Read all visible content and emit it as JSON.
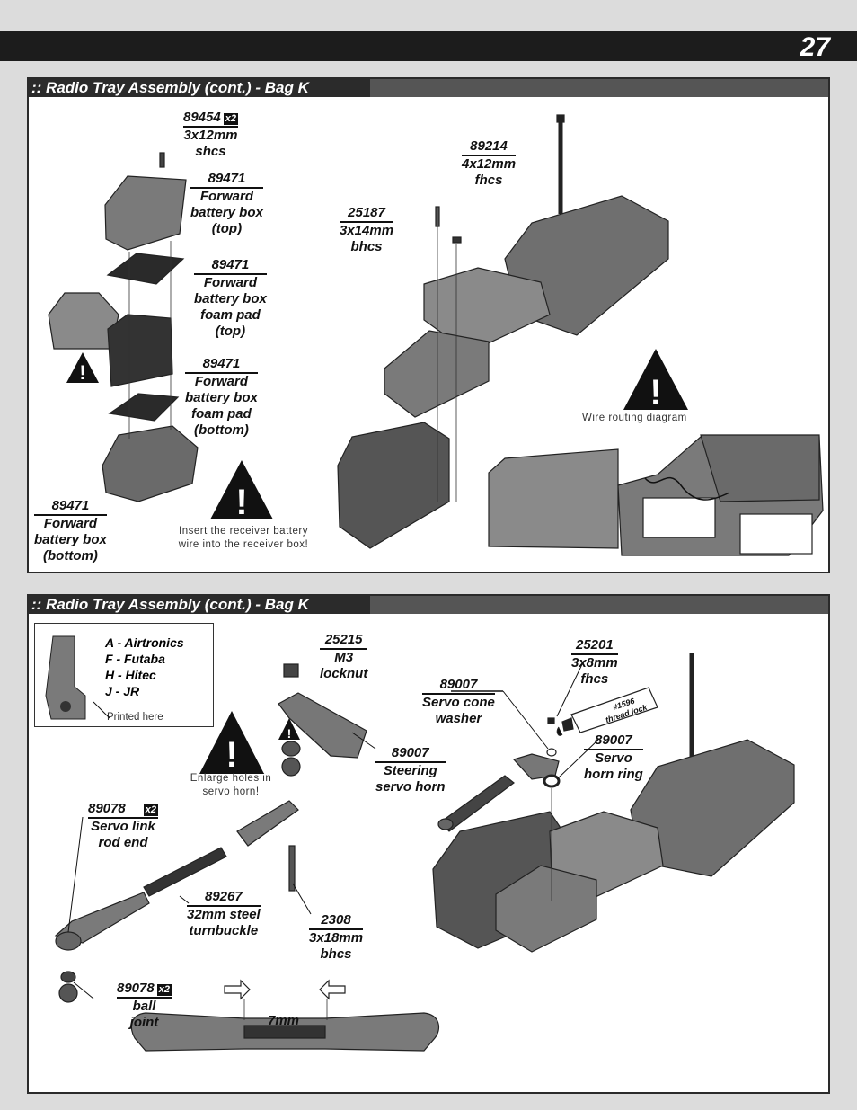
{
  "page_number": "27",
  "panel1": {
    "title": ":: Radio Tray Assembly (cont.) - Bag K",
    "labels": {
      "l89454": {
        "pn": "89454",
        "qty": "x2",
        "lines": [
          "3x12mm",
          "shcs"
        ]
      },
      "l89471_top": {
        "pn": "89471",
        "lines": [
          "Forward",
          "battery box",
          "(top)"
        ]
      },
      "l89471_padtop": {
        "pn": "89471",
        "lines": [
          "Forward",
          "battery box",
          "foam pad",
          "(top)"
        ]
      },
      "l89471_padbot": {
        "pn": "89471",
        "lines": [
          "Forward",
          "battery box",
          "foam pad",
          "(bottom)"
        ]
      },
      "l89471_bot": {
        "pn": "89471",
        "lines": [
          "Forward",
          "battery box",
          "(bottom)"
        ]
      },
      "l89214": {
        "pn": "89214",
        "lines": [
          "4x12mm",
          "fhcs"
        ]
      },
      "l25187": {
        "pn": "25187",
        "lines": [
          "3x14mm",
          "bhcs"
        ]
      }
    },
    "notes": {
      "receiver": "Insert the receiver battery wire into the receiver box!",
      "wiring": "Wire routing diagram"
    }
  },
  "panel2": {
    "title": ":: Radio Tray Assembly (cont.) - Bag K",
    "legend": {
      "codes": [
        "A - Airtronics",
        "F - Futaba",
        "H - Hitec",
        "J - JR"
      ],
      "printed": "Printed here"
    },
    "labels": {
      "l25215": {
        "pn": "25215",
        "lines": [
          "M3",
          "locknut"
        ]
      },
      "l89007_washer": {
        "pn": "89007",
        "lines": [
          "Servo cone",
          "washer"
        ]
      },
      "l25201": {
        "pn": "25201",
        "lines": [
          "3x8mm",
          "fhcs"
        ]
      },
      "l89007_horn": {
        "pn": "89007",
        "lines": [
          "Steering",
          "servo horn"
        ]
      },
      "l89007_ring": {
        "pn": "89007",
        "lines": [
          "Servo",
          "horn ring"
        ]
      },
      "l89078_rod": {
        "pn": "89078",
        "qty": "x2",
        "lines": [
          "Servo link",
          "rod end"
        ]
      },
      "l89267": {
        "pn": "89267",
        "lines": [
          "32mm steel",
          "turnbuckle"
        ]
      },
      "l2308": {
        "pn": "2308",
        "lines": [
          "3x18mm",
          "bhcs"
        ]
      },
      "l89078_ball": {
        "pn": "89078",
        "qty": "x2",
        "lines": [
          "ball",
          "joint"
        ]
      }
    },
    "threadlock": [
      "#1596",
      "thread lock"
    ],
    "dimension": "7mm",
    "notes": {
      "enlarge": "Enlarge holes in servo horn!"
    }
  }
}
